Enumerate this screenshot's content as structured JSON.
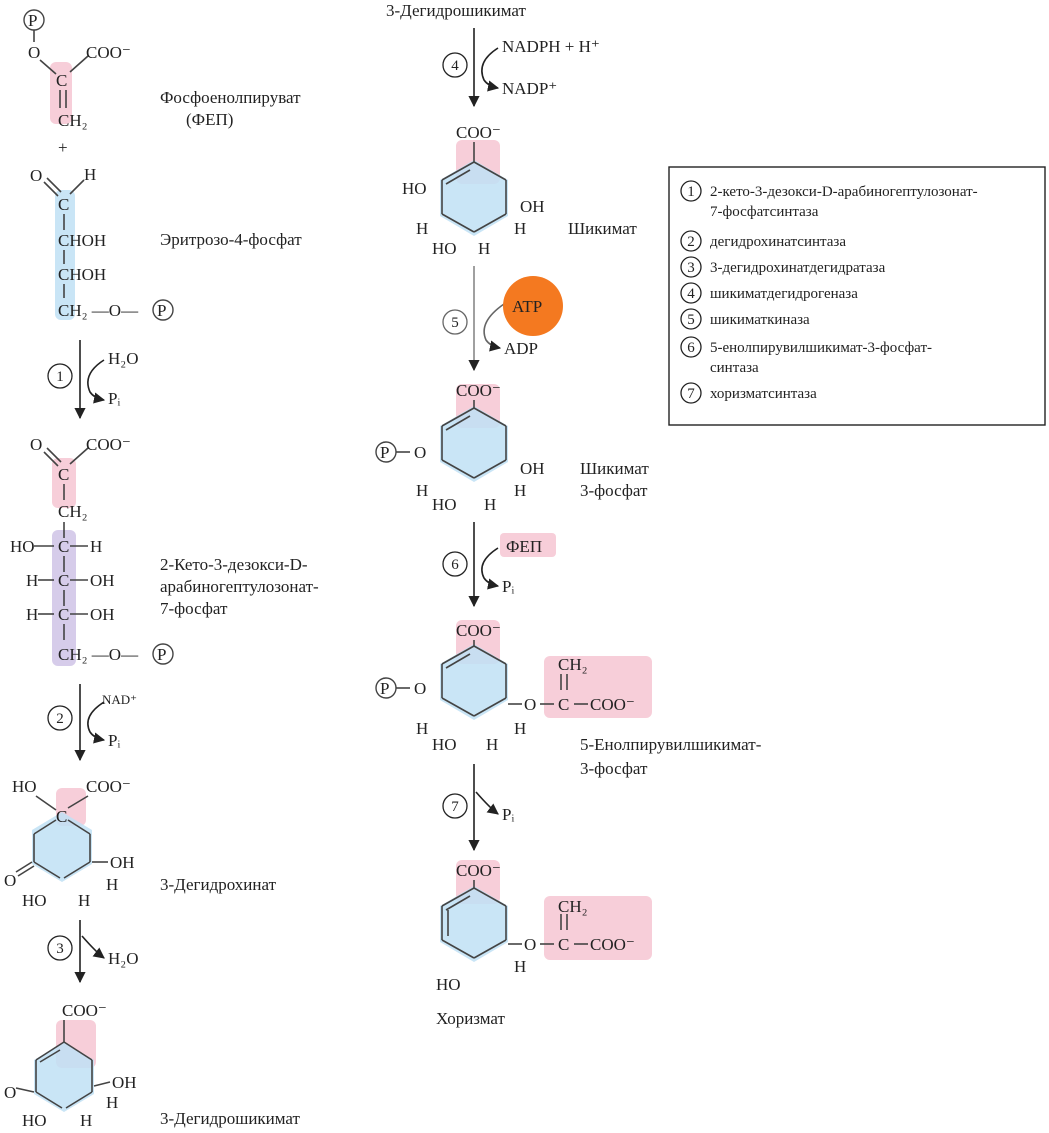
{
  "compounds": {
    "pep": [
      "Фосфоенолпируват",
      "(ФЕП)"
    ],
    "plus": "+",
    "e4p": "Эритрозо-4-фосфат",
    "dahp": [
      "2-Кето-3-дезокси-D-",
      "арабиногептулозонат-",
      "7-фосфат"
    ],
    "dhq": "3-Дегидрохинат",
    "dhs_bottom": "3-Дегидрошикимат",
    "dhs_top": "3-Дегидрошикимат",
    "shikimate": "Шикимат",
    "s3p": [
      "Шикимат",
      "3-фосфат"
    ],
    "epsp": [
      "5-Енолпирувилшикимат-",
      "3-фосфат"
    ],
    "chorismate": "Хоризмат"
  },
  "reagents": {
    "r1_in": "H₂O",
    "r1_out": "Pᵢ",
    "r2_in": "NAD⁺",
    "r2_out": "Pᵢ",
    "r3_out": "H₂O",
    "r4_in": "NADPH + H⁺",
    "r4_out": "NADP⁺",
    "r5_in": "ATP",
    "r5_out": "ADP",
    "r6_in": "ФЕП",
    "r6_out": "Pᵢ",
    "r7_out": "Pᵢ"
  },
  "step_numbers": [
    "1",
    "2",
    "3",
    "4",
    "5",
    "6",
    "7"
  ],
  "legend": {
    "items": [
      {
        "n": "1",
        "lines": [
          "2-кето-3-дезокси-D-арабиногептулозонат-",
          "7-фосфатсинтаза"
        ]
      },
      {
        "n": "2",
        "lines": [
          "дегидрохинатсинтаза"
        ]
      },
      {
        "n": "3",
        "lines": [
          "3-дегидрохинатдегидратаза"
        ]
      },
      {
        "n": "4",
        "lines": [
          "шикиматдегидрогеназа"
        ]
      },
      {
        "n": "5",
        "lines": [
          "шикиматкиназа"
        ]
      },
      {
        "n": "6",
        "lines": [
          "5-енолпирувилшикимат-3-фосфат-",
          "синтаза"
        ]
      },
      {
        "n": "7",
        "lines": [
          "хоризматсинтаза"
        ]
      }
    ]
  },
  "atoms": {
    "P": "P",
    "O": "O",
    "C": "C",
    "H": "H",
    "coo": "COO⁻",
    "ch2": "CH₂",
    "chOH": "CHOH",
    "ch2O": "CH₂ —O—",
    "OH": "OH",
    "HO": "HO"
  },
  "colors": {
    "pink": "#f6c6d2",
    "blue": "#bfe0f4",
    "purple": "#cfc3e6",
    "atp": "#f47920"
  }
}
